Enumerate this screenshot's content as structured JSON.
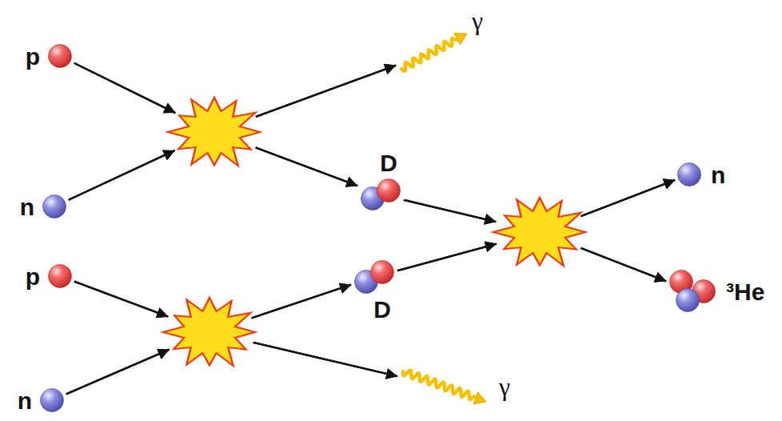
{
  "diagram": {
    "nodes": [
      {
        "text": [
          "p"
        ]
      },
      {
        "text": [
          "n"
        ]
      },
      {
        "text": [
          "γ"
        ]
      },
      {
        "text": [
          "D"
        ]
      },
      {
        "text": [
          "p"
        ]
      },
      {
        "text": [
          "n"
        ]
      },
      {
        "text": [
          "D"
        ]
      },
      {
        "text": [
          "γ"
        ]
      },
      {
        "text": [
          "n"
        ]
      },
      {
        "text": [
          "³He"
        ]
      }
    ],
    "edges": [
      {
        "from": 0,
        "to": 2,
        "arrow": "to"
      },
      {
        "from": 0,
        "to": 3,
        "arrow": "to"
      },
      {
        "from": 1,
        "to": 2,
        "arrow": "to"
      },
      {
        "from": 1,
        "to": 3,
        "arrow": "to"
      },
      {
        "from": 4,
        "to": 6,
        "arrow": "to"
      },
      {
        "from": 4,
        "to": 7,
        "arrow": "to"
      },
      {
        "from": 5,
        "to": 6,
        "arrow": "to"
      },
      {
        "from": 5,
        "to": 7,
        "arrow": "to"
      },
      {
        "from": 3,
        "to": 8,
        "arrow": "to"
      },
      {
        "from": 3,
        "to": 9,
        "arrow": "to"
      },
      {
        "from": 6,
        "to": 8,
        "arrow": "to"
      },
      {
        "from": 6,
        "to": 9,
        "arrow": "to"
      }
    ]
  }
}
